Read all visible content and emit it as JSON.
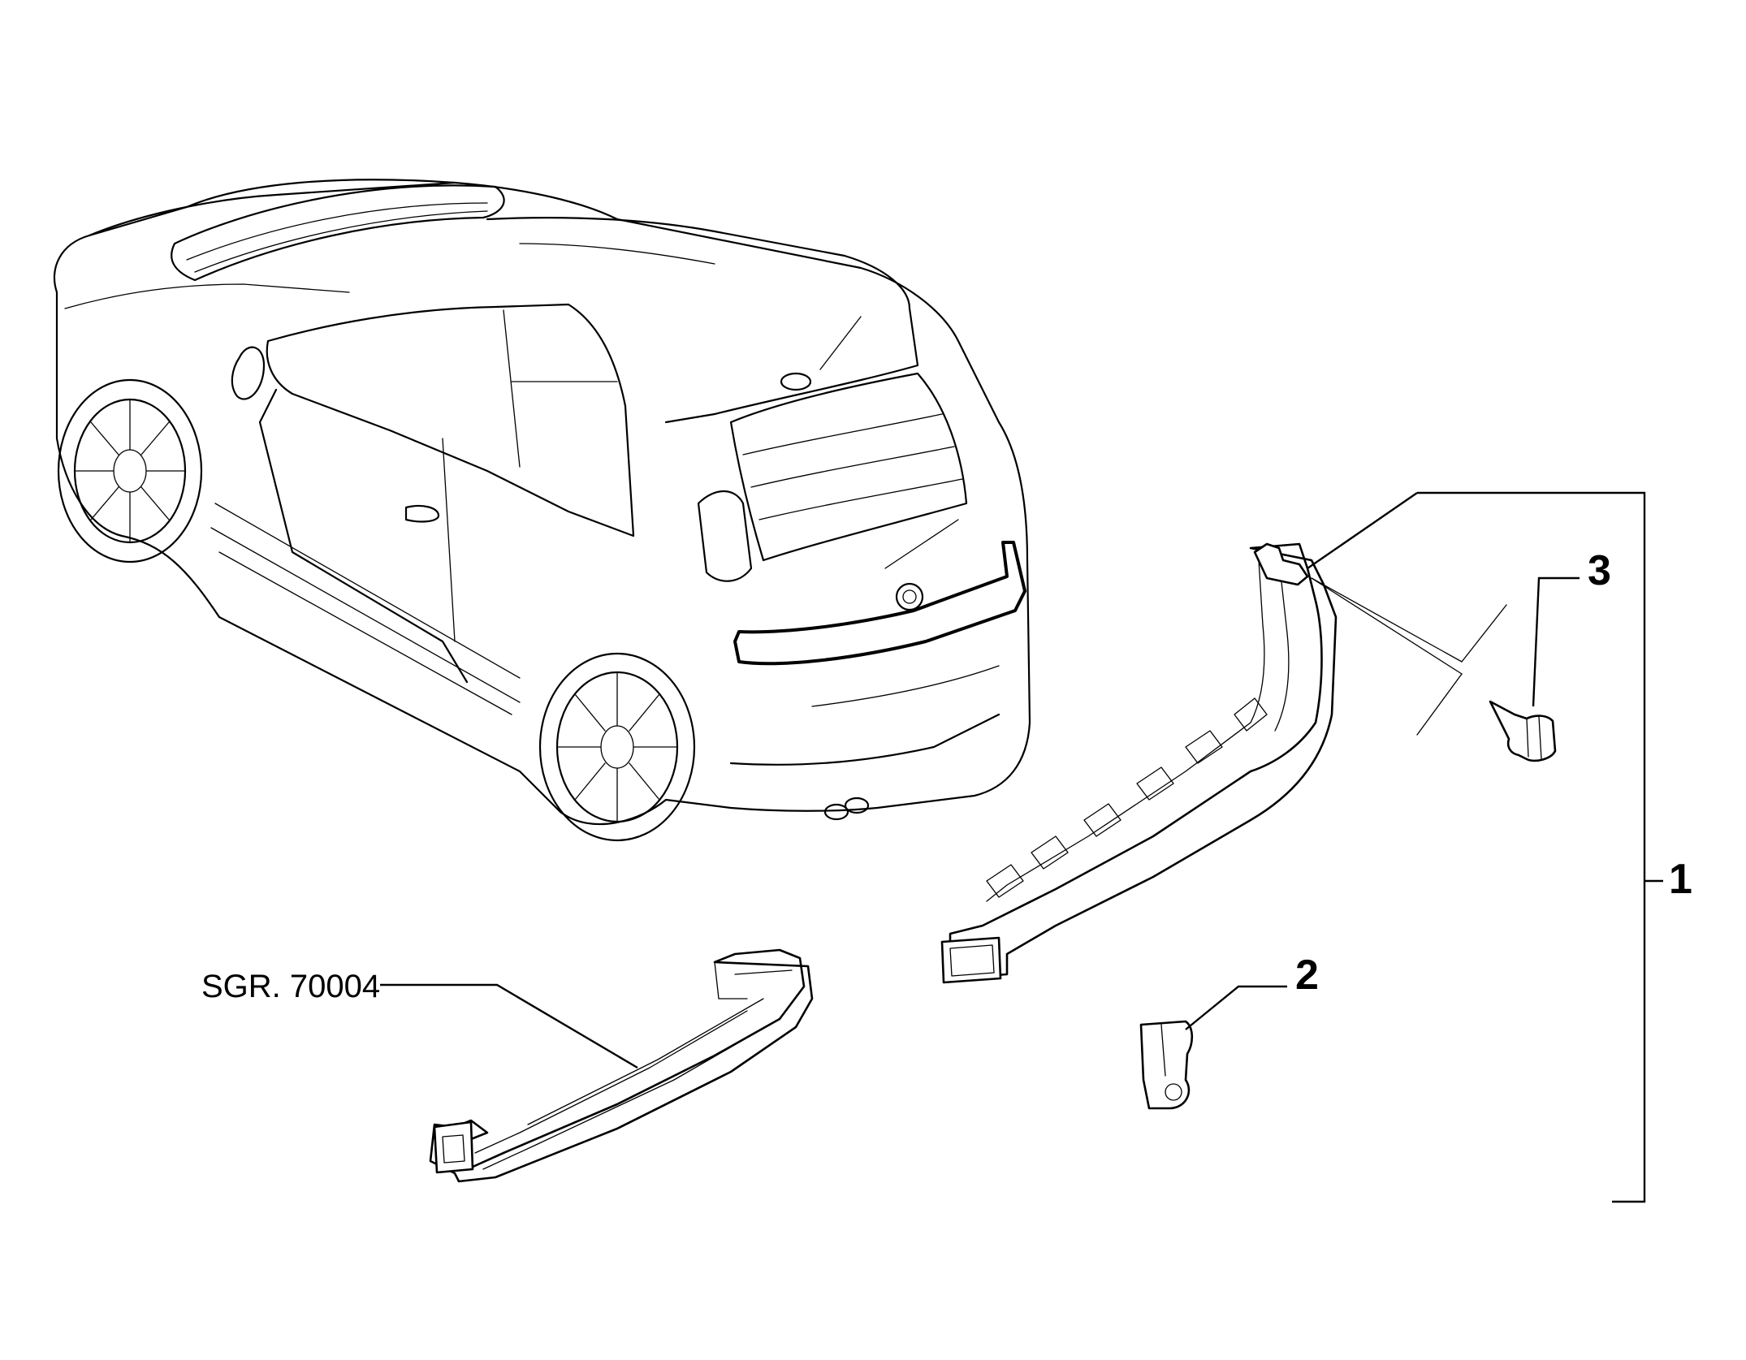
{
  "callouts": {
    "c1": {
      "label": "1"
    },
    "c2": {
      "label": "2"
    },
    "c3": {
      "label": "3"
    },
    "ref": {
      "label": "SGR. 70004"
    }
  },
  "colors": {
    "line": "#000000",
    "background": "#ffffff"
  }
}
